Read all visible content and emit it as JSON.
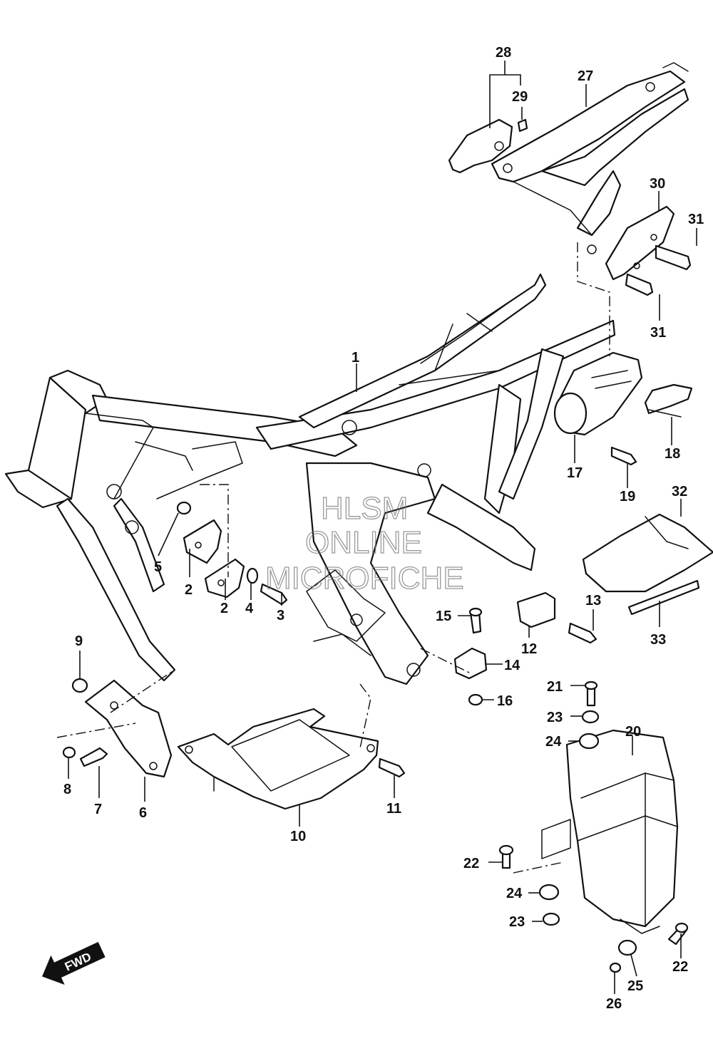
{
  "watermark": {
    "line1": "HLSM",
    "line2": "ONLINE",
    "line3": "MICROFICHE"
  },
  "direction_badge": {
    "label": "FWD"
  },
  "callouts": [
    {
      "id": "c1",
      "label": "1"
    },
    {
      "id": "c2a",
      "label": "2"
    },
    {
      "id": "c2b",
      "label": "2"
    },
    {
      "id": "c3",
      "label": "3"
    },
    {
      "id": "c4",
      "label": "4"
    },
    {
      "id": "c5",
      "label": "5"
    },
    {
      "id": "c6",
      "label": "6"
    },
    {
      "id": "c7",
      "label": "7"
    },
    {
      "id": "c8",
      "label": "8"
    },
    {
      "id": "c9",
      "label": "9"
    },
    {
      "id": "c10",
      "label": "10"
    },
    {
      "id": "c11",
      "label": "11"
    },
    {
      "id": "c12",
      "label": "12"
    },
    {
      "id": "c13",
      "label": "13"
    },
    {
      "id": "c14",
      "label": "14"
    },
    {
      "id": "c15",
      "label": "15"
    },
    {
      "id": "c16",
      "label": "16"
    },
    {
      "id": "c17",
      "label": "17"
    },
    {
      "id": "c18",
      "label": "18"
    },
    {
      "id": "c19",
      "label": "19"
    },
    {
      "id": "c20",
      "label": "20"
    },
    {
      "id": "c21",
      "label": "21"
    },
    {
      "id": "c22a",
      "label": "22"
    },
    {
      "id": "c22b",
      "label": "22"
    },
    {
      "id": "c23a",
      "label": "23"
    },
    {
      "id": "c23b",
      "label": "23"
    },
    {
      "id": "c24a",
      "label": "24"
    },
    {
      "id": "c24b",
      "label": "24"
    },
    {
      "id": "c25",
      "label": "25"
    },
    {
      "id": "c26",
      "label": "26"
    },
    {
      "id": "c27",
      "label": "27"
    },
    {
      "id": "c28",
      "label": "28"
    },
    {
      "id": "c29",
      "label": "29"
    },
    {
      "id": "c30",
      "label": "30"
    },
    {
      "id": "c31a",
      "label": "31"
    },
    {
      "id": "c31b",
      "label": "31"
    },
    {
      "id": "c32",
      "label": "32"
    },
    {
      "id": "c33",
      "label": "33"
    }
  ]
}
